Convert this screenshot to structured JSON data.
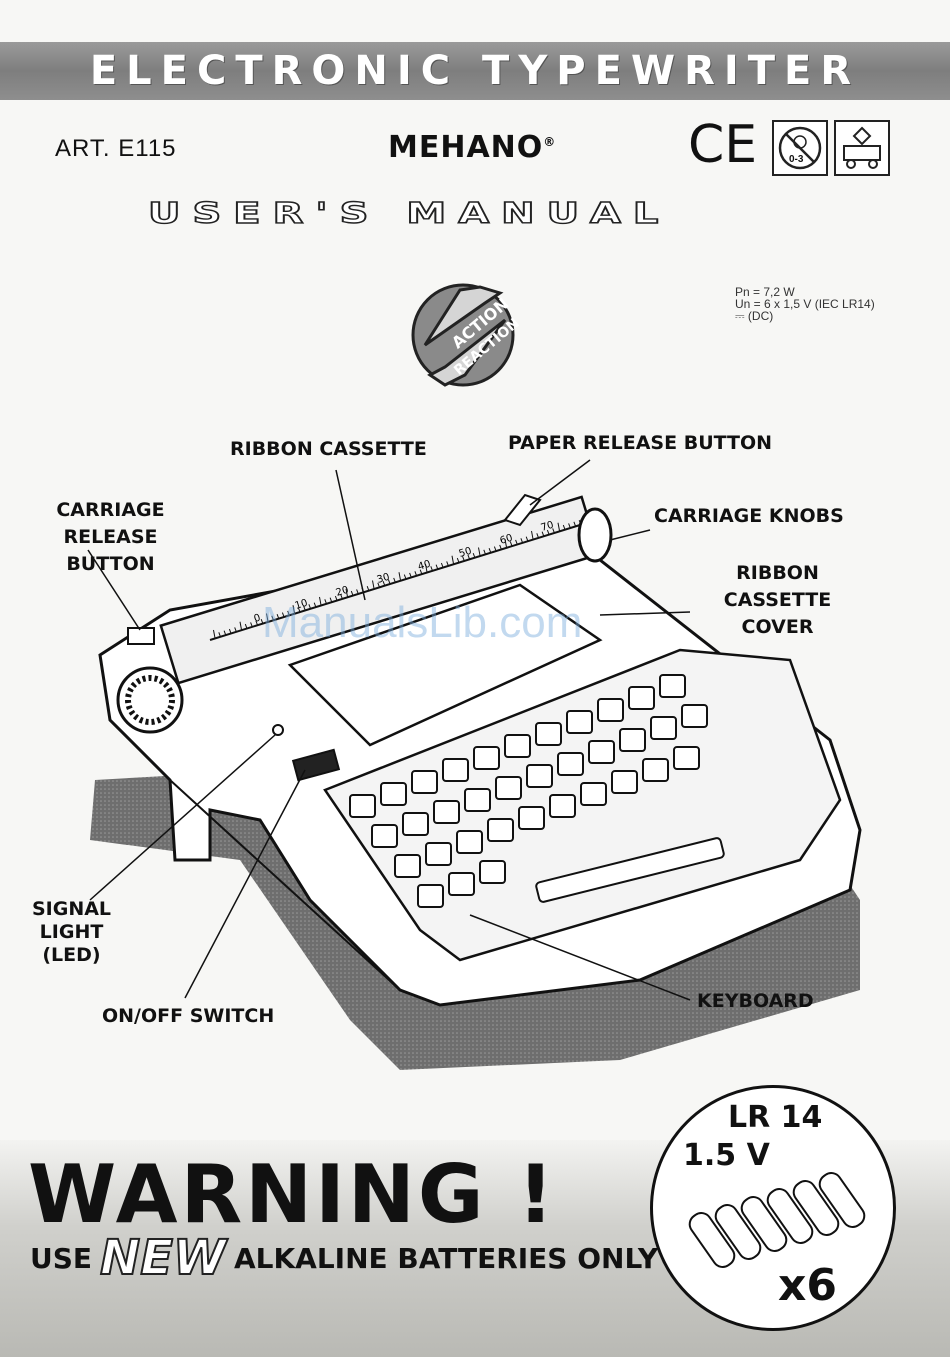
{
  "header": {
    "title": "ELECTRONIC TYPEWRITER",
    "article": "ART. E115",
    "brand": "MEHANO",
    "brand_mark": "®",
    "ce_mark": "CE",
    "age_warning": "0-3"
  },
  "subtitle": "USER'S MANUAL",
  "badge": {
    "top": "ACTION",
    "bottom": "REACTION"
  },
  "specs": {
    "line1": "Pn = 7,2 W",
    "line2": "Un = 6 x 1,5 V (IEC LR14)",
    "line3": "⎓ (DC)"
  },
  "labels": {
    "ribbon_cassette": "RIBBON CASSETTE",
    "paper_release": "PAPER RELEASE BUTTON",
    "carriage_release_1": "CARRIAGE",
    "carriage_release_2": "RELEASE BUTTON",
    "carriage_knobs": "CARRIAGE KNOBS",
    "cassette_cover_1": "RIBBON",
    "cassette_cover_2": "CASSETTE COVER",
    "signal_light_1": "SIGNAL LIGHT",
    "signal_light_2": "(LED)",
    "on_off": "ON/OFF SWITCH",
    "keyboard": "KEYBOARD"
  },
  "scale_numbers": [
    "0",
    "10",
    "20",
    "30",
    "40",
    "50",
    "60",
    "70"
  ],
  "watermark": "ManualsLib.com",
  "warning": {
    "title": "WARNING !",
    "use": "USE",
    "new": "NEW",
    "rest": "ALKALINE BATTERIES ONLY !"
  },
  "battery": {
    "type": "LR 14",
    "voltage": "1.5 V",
    "count": "x6"
  }
}
